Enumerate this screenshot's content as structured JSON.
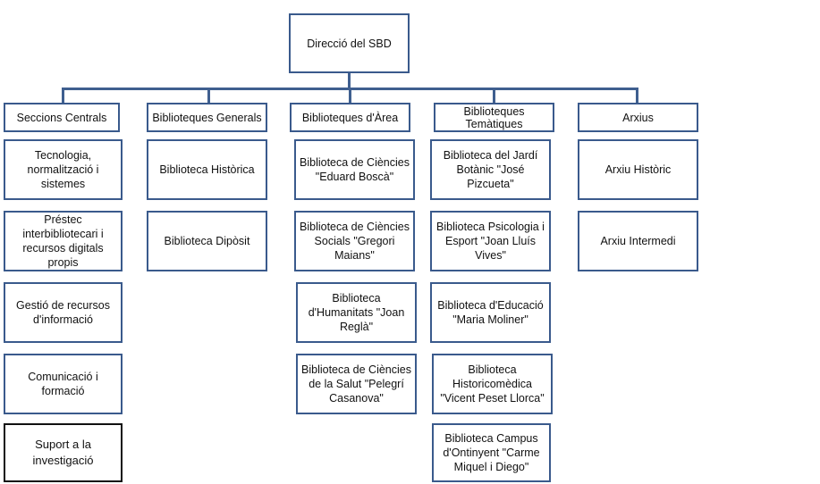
{
  "root": {
    "label": "Direcció del SBD"
  },
  "columns": [
    {
      "header": "Seccions Centrals",
      "items": [
        "Tecnologia, normalització i sistemes",
        "Préstec interbibliotecari i recursos digitals propis",
        "Gestió de recursos d'informació",
        "Comunicació i formació",
        "Suport a la investigació"
      ]
    },
    {
      "header": "Biblioteques Generals",
      "items": [
        "Biblioteca Històrica",
        "Biblioteca Dipòsit"
      ]
    },
    {
      "header": "Biblioteques d'Àrea",
      "items": [
        "Biblioteca de Ciències \"Eduard Boscà\"",
        "Biblioteca de Ciències Socials \"Gregori Maians\"",
        "Biblioteca d'Humanitats \"Joan Reglà\"",
        "Biblioteca de Ciències de la Salut \"Pelegrí Casanova\""
      ]
    },
    {
      "header": "Biblioteques Temàtiques",
      "items": [
        "Biblioteca del Jardí Botànic \"José Pizcueta\"",
        "Biblioteca Psicologia i Esport \"Joan Lluís Vives\"",
        "Biblioteca d'Educació \"Maria Moliner\"",
        "Biblioteca Historicomèdica \"Vicent Peset Llorca\"",
        "Biblioteca Campus d'Ontinyent \"Carme Miquel i Diego\""
      ]
    },
    {
      "header": "Arxius",
      "items": [
        "Arxiu Històric",
        "Arxiu Intermedi"
      ]
    }
  ]
}
